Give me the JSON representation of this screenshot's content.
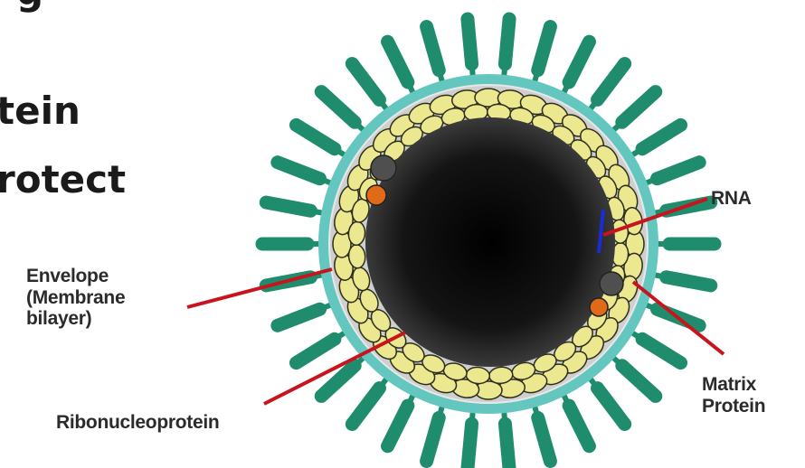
{
  "slide": {
    "lines": [
      "g",
      "tein",
      "rotect"
    ]
  },
  "labels": {
    "envelope": [
      "Envelope",
      "(Membrane",
      "bilayer)"
    ],
    "ribonucleoprotein": "Ribonucleoprotein",
    "rna": "RNA",
    "matrix_protein": [
      "Matrix",
      "Protein"
    ]
  },
  "colors": {
    "spike": "#1f8c6e",
    "outer_ring": "#63c7c0",
    "membrane": "#d2d2d2",
    "rnp_bead": "#ece88f",
    "core": "#0a0a0a",
    "matrix_gray": "#4f4f4f",
    "matrix_orange": "#e06a17",
    "rna_strand": "#1b2bd6",
    "pointer": "#c8141c"
  }
}
